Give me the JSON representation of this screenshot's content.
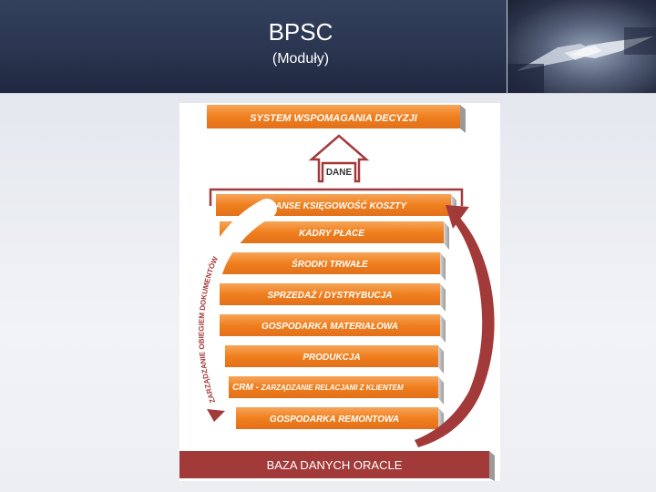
{
  "header": {
    "title": "BPSC",
    "subtitle": "(Moduły)"
  },
  "photo": {
    "icon": "handshake-icon"
  },
  "diagram": {
    "top_box": "SYSTEM WSPOMAGANIA DECYZJI",
    "arrow_label": "DANE",
    "modules": [
      "FINANSE KSIĘGOWOŚĆ KOSZTY",
      "KADRY PŁACE",
      "ŚRODKI TRWAŁE",
      "SPRZEDAŻ / DYSTRYBUCJA",
      "GOSPODARKA MATERIAŁOWA",
      "PRODUKCJA",
      "GOSPODARKA REMONTOWA"
    ],
    "crm": {
      "prefix": "CRM - ",
      "text": "ZARZĄDZANIE RELACJAMI Z KLIENTEM"
    },
    "curved_label": "ZARZĄDZANIE OBIEGIEM DOKUMENTÓW",
    "database": "BAZA DANYCH ORACLE"
  },
  "colors": {
    "orange": "#f07f1e",
    "orange_light": "#f6a55a",
    "dark_red": "#a33a3a",
    "header_bg": "#2a3550"
  }
}
